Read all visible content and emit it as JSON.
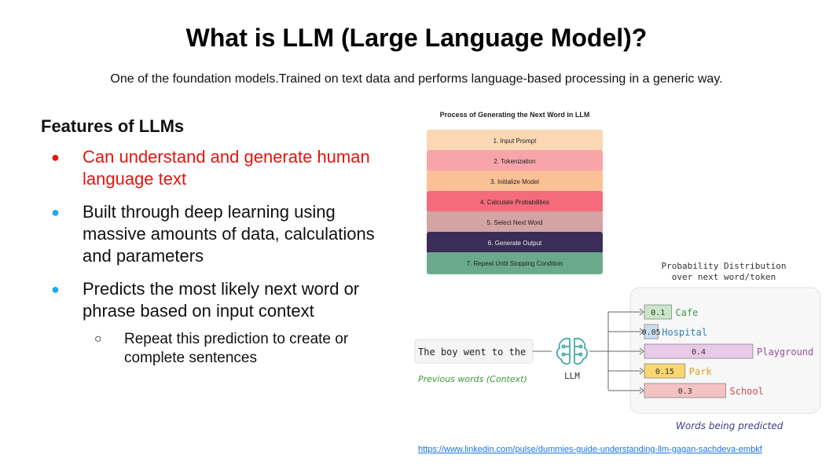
{
  "title": "What is LLM (Large Language Model)?",
  "subtitle": "One of the foundation models.Trained on text data and performs language-based processing in a generic way.",
  "features": {
    "heading": "Features of LLMs",
    "bullets": [
      {
        "text": "Can understand and generate human language text",
        "color": "#e6140f"
      },
      {
        "text": "Built through deep learning using massive amounts of data, calculations and parameters",
        "color": "#111111"
      },
      {
        "text": "Predicts the most likely next word or phrase based on input context",
        "color": "#111111"
      }
    ],
    "sub_bullet": "Repeat this prediction to create or complete sentences"
  },
  "process": {
    "title": "Process of Generating the Next Word in LLM",
    "steps": [
      {
        "label": "1. Input Prompt",
        "color": "#fbd7b4"
      },
      {
        "label": "2. Tokenization",
        "color": "#f8a5a9"
      },
      {
        "label": "3. Initialize Model",
        "color": "#fcc096"
      },
      {
        "label": "4. Calculate Probabilities",
        "color": "#f46b7b"
      },
      {
        "label": "5. Select Next Word",
        "color": "#d4a3a3"
      },
      {
        "label": "6. Generate Output",
        "color": "#3b2d57"
      },
      {
        "label": "7. Repeat Until Stopping Condition",
        "color": "#6aaa8b"
      }
    ]
  },
  "prob_figure": {
    "title_line1": "Probability Distribution",
    "title_line2": "over next word/token",
    "input_text": "The boy went to the",
    "context_label": "Previous words (Context)",
    "model_label": "LLM",
    "predicted_label": "Words being predicted"
  },
  "chart_data": {
    "type": "bar",
    "categories": [
      "Cafe",
      "Hospital",
      "Playground",
      "Park",
      "School"
    ],
    "values": [
      0.1,
      0.05,
      0.4,
      0.15,
      0.3
    ],
    "value_labels": [
      "0.1",
      "0.05",
      "0.4",
      "0.15",
      "0.3"
    ],
    "colors": {
      "Cafe": "#3d9a4a",
      "Hospital": "#2f7fb8",
      "Playground": "#9c4aa0",
      "Park": "#e0a020",
      "School": "#d04a4a"
    },
    "fills": {
      "Cafe": "#c9e6c6",
      "Hospital": "#c7def2",
      "Playground": "#e8c9e8",
      "Park": "#f8d670",
      "School": "#f3c2c2"
    }
  },
  "source_url": "https://www.linkedin.com/pulse/dummies-guide-understanding-llm-gagan-sachdeva-embkf"
}
